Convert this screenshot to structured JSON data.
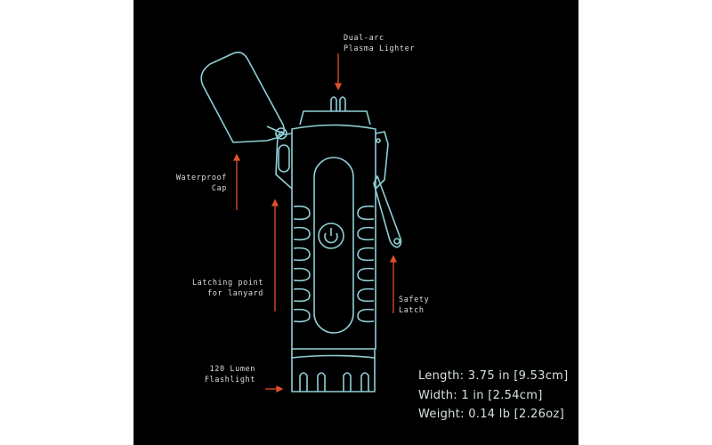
{
  "colors": {
    "background": "#000000",
    "outline": "#8fcfd6",
    "arrow": "#e0502a",
    "text": "#d8dede"
  },
  "callouts": {
    "plasma": [
      "Dual-arc",
      "Plasma Lighter"
    ],
    "cap": [
      "Waterproof",
      "Cap"
    ],
    "lanyard": [
      "Latching point",
      "for lanyard"
    ],
    "latch": [
      "Safety",
      "Latch"
    ],
    "flashlight": [
      "120 Lumen",
      "Flashlight"
    ]
  },
  "specs": {
    "length": "Length: 3.75 in [9.53cm]",
    "width": "Width: 1 in [2.54cm]",
    "weight": "Weight: 0.14 lb [2.26oz]"
  }
}
